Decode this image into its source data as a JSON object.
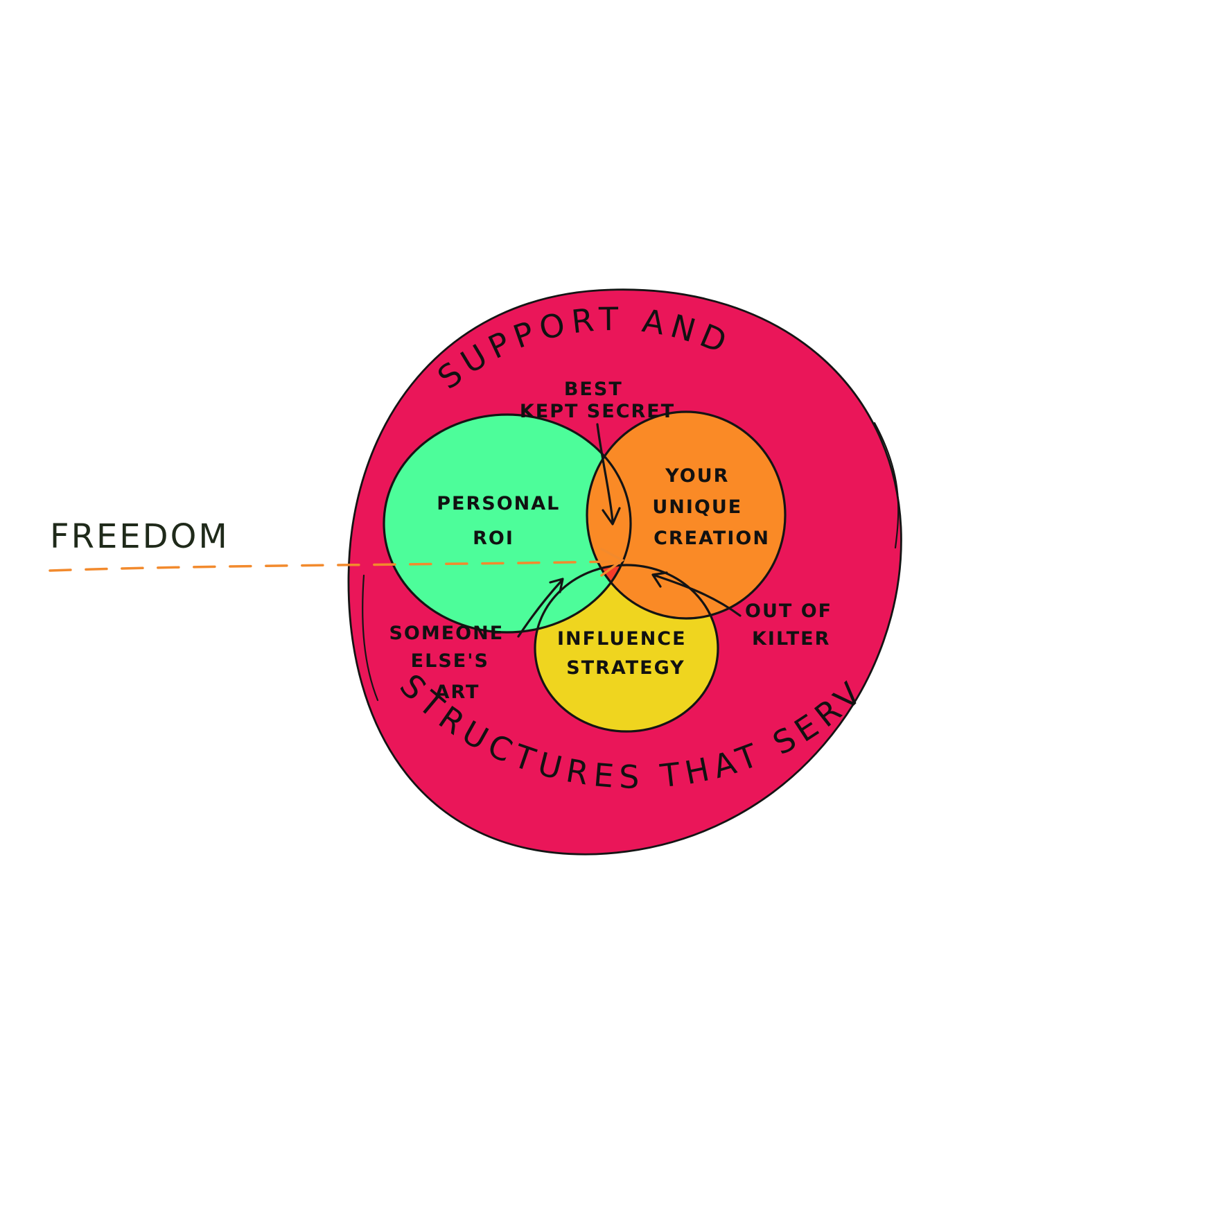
{
  "colors": {
    "outer": "#ea1659",
    "personal": "#4dfd9a",
    "unique": "#fa8a26",
    "influence": "#efd51f",
    "center": "#f63c2a",
    "dash": "#f28a2d",
    "ink": "#141414"
  },
  "outer_ring": {
    "top_text": "SUPPORT AND",
    "bottom_text": "STRUCTURES THAT SERVE"
  },
  "circles": {
    "personal": {
      "line1": "PERSONAL",
      "line2": "ROI"
    },
    "unique": {
      "line1": "YOUR",
      "line2": "UNIQUE",
      "line3": "CREATION"
    },
    "influence": {
      "line1": "INFLUENCE",
      "line2": "STRATEGY"
    }
  },
  "overlaps": {
    "best_kept_secret": {
      "line1": "BEST",
      "line2": "KEPT SECRET"
    },
    "out_of_kilter": {
      "line1": "OUT OF",
      "line2": "KILTER"
    },
    "someone_elses_art": {
      "line1": "SOMEONE",
      "line2": "ELSE'S",
      "line3": "ART"
    }
  },
  "freedom": {
    "label": "FREEDOM"
  }
}
